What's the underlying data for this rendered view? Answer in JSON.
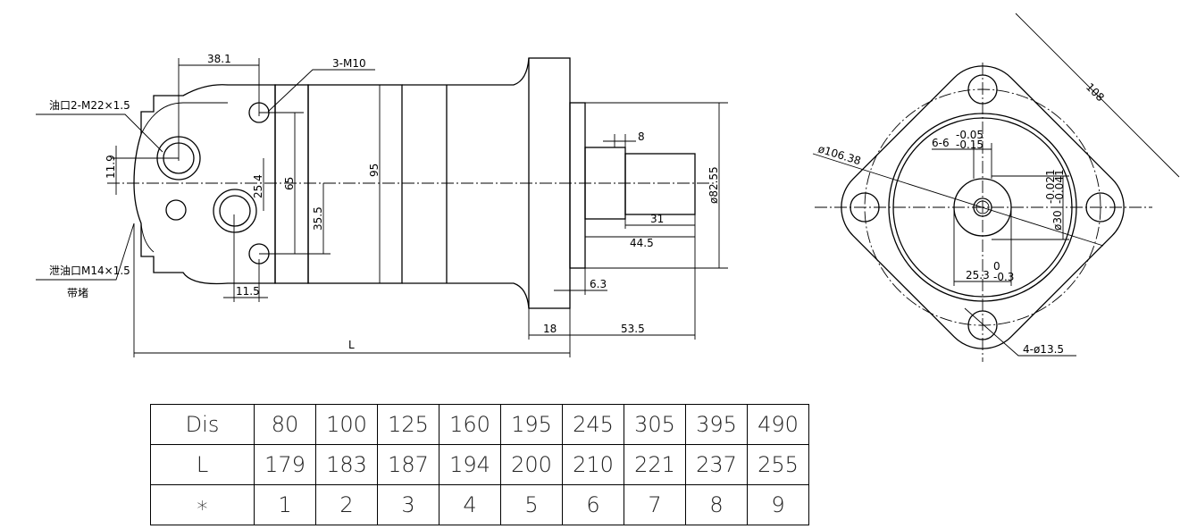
{
  "side_view": {
    "dim_38_1": "38.1",
    "m10": "3-M10",
    "port": "油口2-M22×1.5",
    "drain": "泄油口M14×1.5",
    "note": "带堵",
    "dim_11_9": "11.9",
    "dim_25_4": "25.4",
    "dim_65": "65",
    "dim_35_5": "35.5",
    "dim_95": "95",
    "dim_11_5": "11.5",
    "dim_8": "8",
    "dim_82_55": "ø82.55",
    "dim_31": "31",
    "dim_44_5": "44.5",
    "dim_6_3": "6.3",
    "dim_18": "18",
    "dim_53_5": "53.5",
    "dim_L": "L"
  },
  "front_view": {
    "dim_108": "108",
    "dim_106_38": "ø106.38",
    "dim_6_6": "6-6",
    "tol_6_6_up": "-0.05",
    "tol_6_6_lo": "-0.15",
    "dim_30": "ø30",
    "tol_30_up": "-0.021",
    "tol_30_lo": "-0.041",
    "dim_25_3": "25.3",
    "tol_25_3_up": "0",
    "tol_25_3_lo": "-0.3",
    "dim_holes": "4-ø13.5"
  },
  "table": {
    "rows": [
      {
        "label": "Dis",
        "values": [
          "80",
          "100",
          "125",
          "160",
          "195",
          "245",
          "305",
          "395",
          "490"
        ]
      },
      {
        "label": "L",
        "values": [
          "179",
          "183",
          "187",
          "194",
          "200",
          "210",
          "221",
          "237",
          "255"
        ]
      },
      {
        "label": "∗",
        "values": [
          "1",
          "2",
          "3",
          "4",
          "5",
          "6",
          "7",
          "8",
          "9"
        ]
      }
    ]
  }
}
